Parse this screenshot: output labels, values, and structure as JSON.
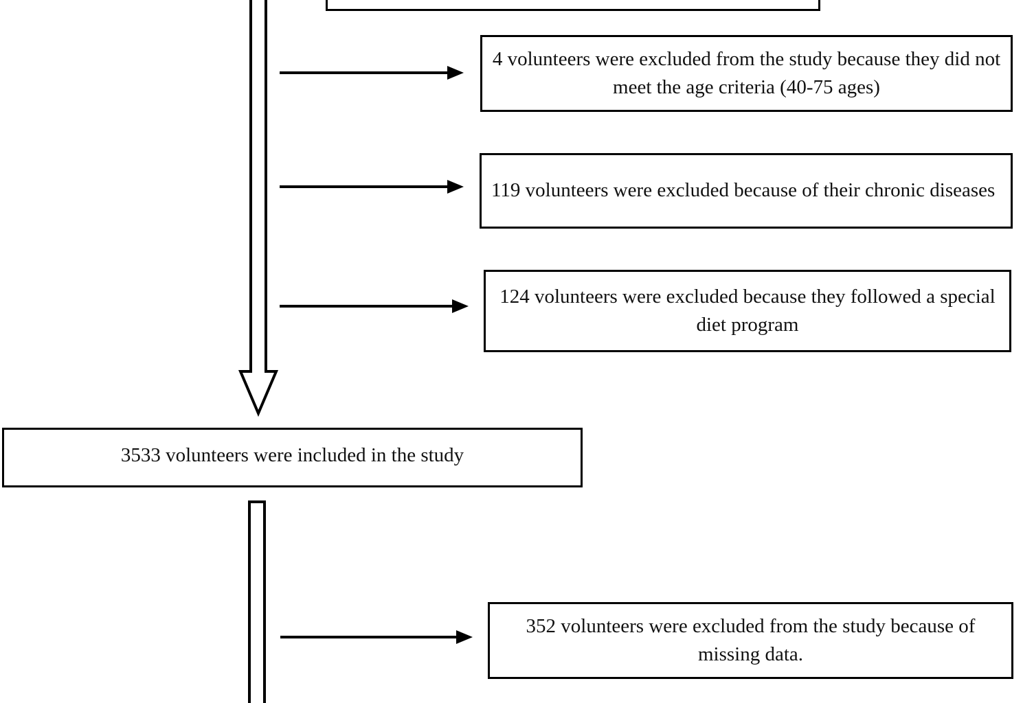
{
  "figure": {
    "type": "study-participant-flow-diagram",
    "description": "Volunteer recruitment and exclusion flow chart"
  },
  "nodes": {
    "top_partial_box": {
      "label": "",
      "note": "box cut off at top edge of image, no visible text"
    },
    "exclusion_age": {
      "text": "4 volunteers were excluded from the study because they did not meet the age criteria (40-75 ages)",
      "count": "4",
      "align": "center"
    },
    "exclusion_chronic": {
      "text": "119 volunteers were excluded because of their chronic diseases",
      "count": "119",
      "align": "left"
    },
    "exclusion_diet": {
      "text": "124 volunteers were excluded because they followed a special diet program",
      "count": "124",
      "align": "center"
    },
    "included": {
      "text": "3533 volunteers were included in the study",
      "count": "3533",
      "align": "center"
    },
    "exclusion_missing": {
      "text": "352 volunteers were excluded from the study because of missing data.",
      "count": "352",
      "align": "center"
    }
  },
  "connectors": {
    "arrow_to_age": "arrow-right-icon",
    "arrow_to_chronic": "arrow-right-icon",
    "arrow_to_diet": "arrow-right-icon",
    "arrow_to_missing": "arrow-right-icon",
    "main_flow_down_1": "block-arrow-down-icon",
    "main_flow_down_2": "block-arrow-down-icon"
  },
  "colors": {
    "stroke": "#000000",
    "background": "#ffffff",
    "text": "#111111"
  }
}
